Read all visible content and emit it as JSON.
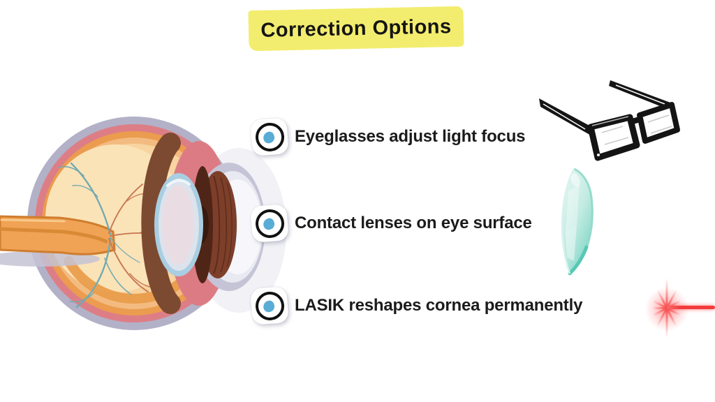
{
  "background_color": "#ffffff",
  "title": {
    "text": "Correction Options",
    "highlight_color": "#f3ed6f",
    "text_color": "#151515"
  },
  "bullets": [
    {
      "icon": "eye-icon",
      "label": "Eyeglasses adjust light focus"
    },
    {
      "icon": "eye-icon",
      "label": "Contact lenses on eye surface"
    },
    {
      "icon": "eye-icon",
      "label": "LASIK reshapes cornea permanently"
    }
  ],
  "bullet_icon": {
    "sticker_color": "#ffffff",
    "ring_color": "#111111",
    "iris_color": "#58acd6"
  },
  "illustrations": {
    "eye_anatomy": {
      "label": "eye cross-section",
      "sclera_color": "#b2b1c7",
      "choroid_pink": "#dd7e86",
      "orange_layer": "#eb9c4e",
      "vitreous_cream": "#f7d4a0",
      "lens_blue": "#a9cee2",
      "iris_brown": "#7d3f2a",
      "optic_nerve_orange": "#f0a355",
      "vessel_teal": "#74aab0",
      "vessel_salmon": "#c97a55"
    },
    "eyeglasses": {
      "label": "eyeglasses sketch",
      "frame_color": "#141414"
    },
    "contact_lens": {
      "label": "contact lens",
      "tint_color": "#7fd6c6"
    },
    "laser": {
      "label": "laser beam",
      "beam_color": "#f23b3b"
    }
  }
}
